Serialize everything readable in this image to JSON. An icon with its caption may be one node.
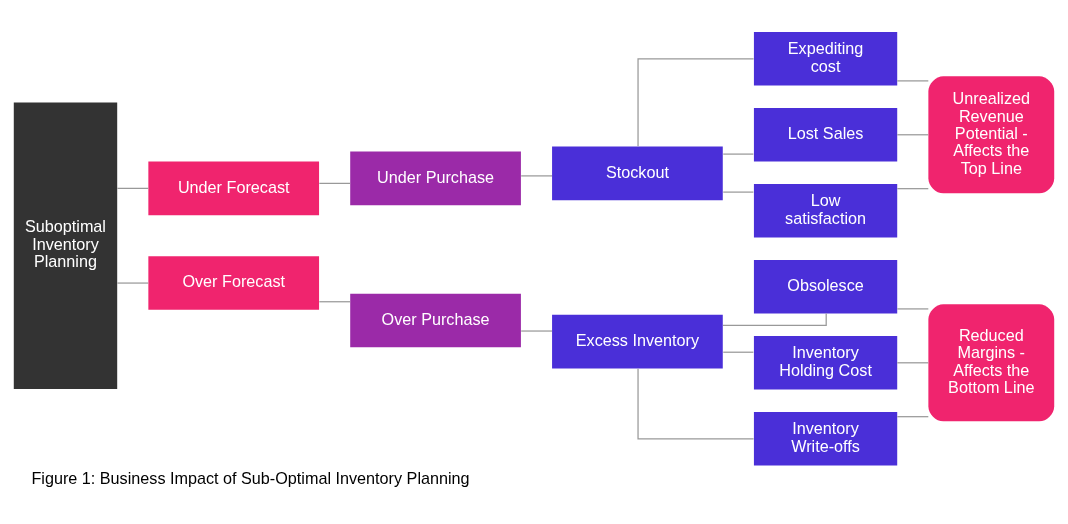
{
  "diagram": {
    "caption": "Figure 1: Business Impact of Sub-Optimal Inventory Planning",
    "nodes": [
      {
        "text": [
          "Suboptimal Inventory Planning"
        ]
      },
      {
        "text": [
          "Under Forecast"
        ]
      },
      {
        "text": [
          "Under Purchase"
        ]
      },
      {
        "text": [
          "Stockout"
        ]
      },
      {
        "text": [
          "Expediting cost"
        ]
      },
      {
        "text": [
          "Lost Sales"
        ]
      },
      {
        "text": [
          "Low satisfaction"
        ]
      },
      {
        "text": [
          "Unrealized Revenue Potential - Affects the Top Line"
        ]
      },
      {
        "text": [
          "Over Forecast"
        ]
      },
      {
        "text": [
          "Over Purchase"
        ]
      },
      {
        "text": [
          "Excess Inventory"
        ]
      },
      {
        "text": [
          "Obsolesce"
        ]
      },
      {
        "text": [
          "Inventory Holding Cost"
        ]
      },
      {
        "text": [
          "Inventory Write-offs"
        ]
      },
      {
        "text": [
          "Reduced Margins - Affects the Bottom Line"
        ]
      }
    ],
    "edges": [
      {
        "from": 0,
        "to": 1,
        "arrow": "none"
      },
      {
        "from": 0,
        "to": 8,
        "arrow": "none"
      },
      {
        "from": 1,
        "to": 2,
        "arrow": "none"
      },
      {
        "from": 2,
        "to": 3,
        "arrow": "none"
      },
      {
        "from": 3,
        "to": 4,
        "arrow": "none"
      },
      {
        "from": 3,
        "to": 5,
        "arrow": "none"
      },
      {
        "from": 3,
        "to": 6,
        "arrow": "none"
      },
      {
        "from": 4,
        "to": 7,
        "arrow": "none"
      },
      {
        "from": 5,
        "to": 7,
        "arrow": "none"
      },
      {
        "from": 6,
        "to": 7,
        "arrow": "none"
      },
      {
        "from": 8,
        "to": 9,
        "arrow": "none"
      },
      {
        "from": 9,
        "to": 10,
        "arrow": "none"
      },
      {
        "from": 10,
        "to": 11,
        "arrow": "none"
      },
      {
        "from": 10,
        "to": 12,
        "arrow": "none"
      },
      {
        "from": 10,
        "to": 13,
        "arrow": "none"
      },
      {
        "from": 11,
        "to": 14,
        "arrow": "none"
      },
      {
        "from": 12,
        "to": 14,
        "arrow": "none"
      },
      {
        "from": 13,
        "to": 14,
        "arrow": "none"
      }
    ]
  }
}
